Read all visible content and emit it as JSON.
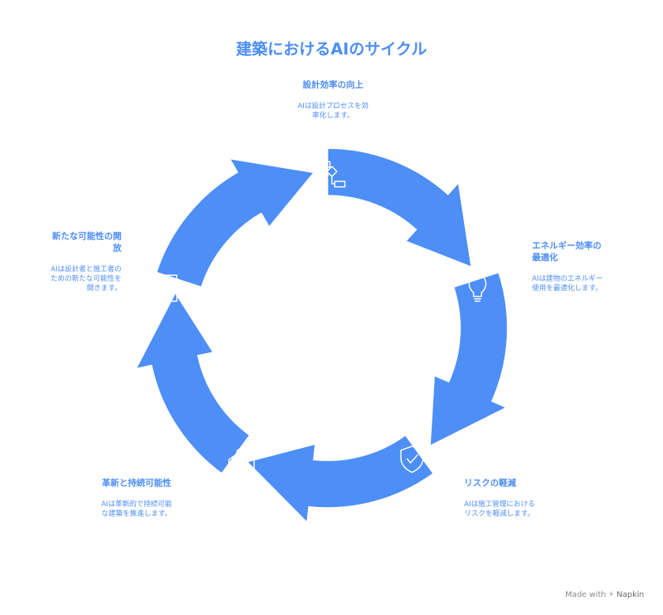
{
  "title": "建築におけるAIのサイクル",
  "accent_color": "#4d8ef7",
  "steps": [
    {
      "heading": [
        "設計効率の向上"
      ],
      "description": [
        "AIは設計プロセスを効",
        "率化します。"
      ],
      "icon": "flowchart-icon"
    },
    {
      "heading": [
        "エネルギー効率の",
        "最適化"
      ],
      "description": [
        "AIは建物のエネルギー",
        "使用を最適化します。"
      ],
      "icon": "lightbulb-icon"
    },
    {
      "heading": [
        "リスクの軽減"
      ],
      "description": [
        "AIは施工管理における",
        "リスクを軽減します。"
      ],
      "icon": "shield-check-icon"
    },
    {
      "heading": [
        "革新と持続可能性"
      ],
      "description": [
        "AIは革新的で持続可能",
        "な建築を推進します。"
      ],
      "icon": "eco-factory-icon"
    },
    {
      "heading": [
        "新たな可能性の開",
        "放"
      ],
      "description": [
        "AIは設計者と施工者の",
        "ための新たな可能性を",
        "開きます。"
      ],
      "icon": "open-door-icon"
    }
  ],
  "footer": {
    "made_with": "Made with",
    "brand": "Napkin"
  }
}
